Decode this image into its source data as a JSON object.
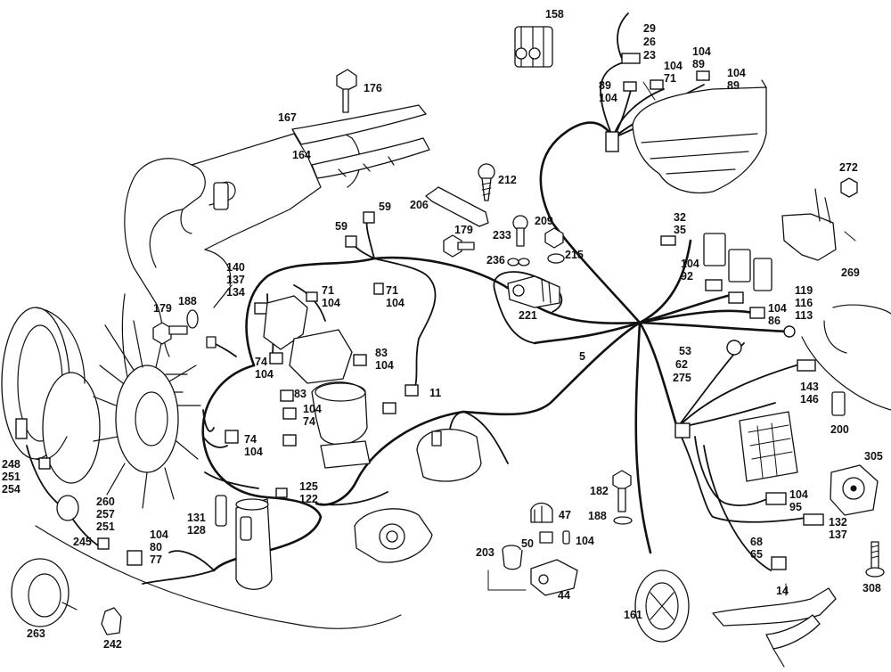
{
  "diagram": {
    "callouts": [
      [
        "158"
      ],
      [
        "29",
        "26",
        "23"
      ],
      [
        "104",
        "89"
      ],
      [
        "104",
        "71"
      ],
      [
        "104",
        "89"
      ],
      [
        "89",
        "104"
      ],
      [
        "176"
      ],
      [
        "167"
      ],
      [
        "164"
      ],
      [
        "212"
      ],
      [
        "206"
      ],
      [
        "59"
      ],
      [
        "59"
      ],
      [
        "179"
      ],
      [
        "209"
      ],
      [
        "233"
      ],
      [
        "215"
      ],
      [
        "236"
      ],
      [
        "221"
      ],
      [
        "140",
        "137",
        "134"
      ],
      [
        "188"
      ],
      [
        "179"
      ],
      [
        "71",
        "104"
      ],
      [
        "71",
        "104"
      ],
      [
        "83",
        "104"
      ],
      [
        "74",
        "104"
      ],
      [
        "83",
        "104",
        "74"
      ],
      [
        "11"
      ],
      [
        "5"
      ],
      [
        "32",
        "35"
      ],
      [
        "104",
        "92"
      ],
      [
        "104",
        "86"
      ],
      [
        "119",
        "116",
        "113"
      ],
      [
        "272"
      ],
      [
        "269"
      ],
      [
        "53",
        "62",
        "275"
      ],
      [
        "143",
        "146"
      ],
      [
        "200"
      ],
      [
        "305"
      ],
      [
        "104",
        "95"
      ],
      [
        "132",
        "137"
      ],
      [
        "68",
        "65"
      ],
      [
        "14"
      ],
      [
        "308"
      ],
      [
        "74",
        "104"
      ],
      [
        "125",
        "122"
      ],
      [
        "131",
        "128"
      ],
      [
        "104",
        "80",
        "77"
      ],
      [
        "260",
        "257",
        "251"
      ],
      [
        "248",
        "251",
        "254"
      ],
      [
        "245"
      ],
      [
        "263"
      ],
      [
        "242"
      ],
      [
        "182"
      ],
      [
        "188"
      ],
      [
        "47"
      ],
      [
        "50"
      ],
      [
        "104"
      ],
      [
        "203"
      ],
      [
        "44"
      ],
      [
        "161"
      ]
    ]
  }
}
